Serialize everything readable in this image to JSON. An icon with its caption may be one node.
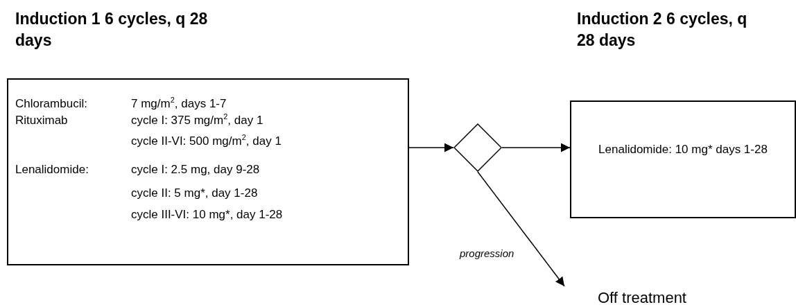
{
  "diagram": {
    "nodes": [
      {
        "text": [
          "Induction 1 6 cycles, q 28 days",
          "Chlorambucil:",
          "7 mg/m$^{2}$, days 1-7",
          "Rituximab",
          "cycle I: 375 mg/m$^{2}$, day 1",
          "cycle II-VI: 500 mg/m$^{2}$, day 1",
          "Lenalidomide:",
          "cycle I: 2.5 mg, day 9-28",
          "cycle II: 5 mg*, day 1-28",
          "cycle III-VI: 10 mg*, day 1-28"
        ]
      },
      {
        "text": [],
        "shape": "diamond"
      },
      {
        "text": [
          "Induction 2 6 cycles, q 28 days",
          "Lenalidomide: 10 mg* days 1-28"
        ]
      },
      {
        "text": [
          "Off treatment"
        ]
      }
    ],
    "edges": [
      {
        "from": 0,
        "to": 1,
        "arrow": "to"
      },
      {
        "from": 1,
        "to": 2,
        "arrow": "to"
      },
      {
        "from": 1,
        "to": 3,
        "arrow": "to",
        "label": "progression"
      }
    ]
  }
}
